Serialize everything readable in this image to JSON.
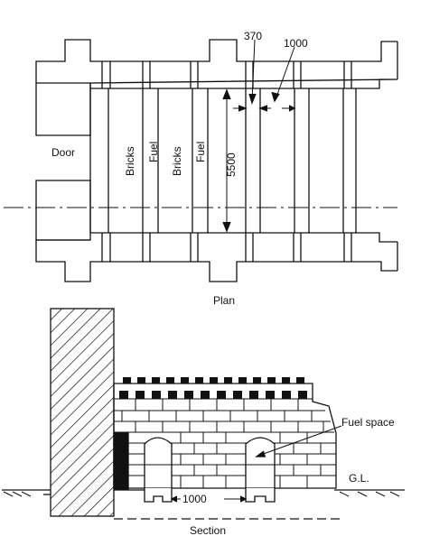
{
  "plan": {
    "caption": "Plan",
    "door_label": "Door",
    "strip_labels": [
      "Bricks",
      "Fuel",
      "Bricks",
      "Fuel"
    ],
    "dim_width": "5500",
    "dim_wall": "370",
    "dim_gap": "1000"
  },
  "section": {
    "caption": "Section",
    "fuel_label": "Fuel space",
    "ground_label": "G.L.",
    "dim_base": "1000"
  }
}
